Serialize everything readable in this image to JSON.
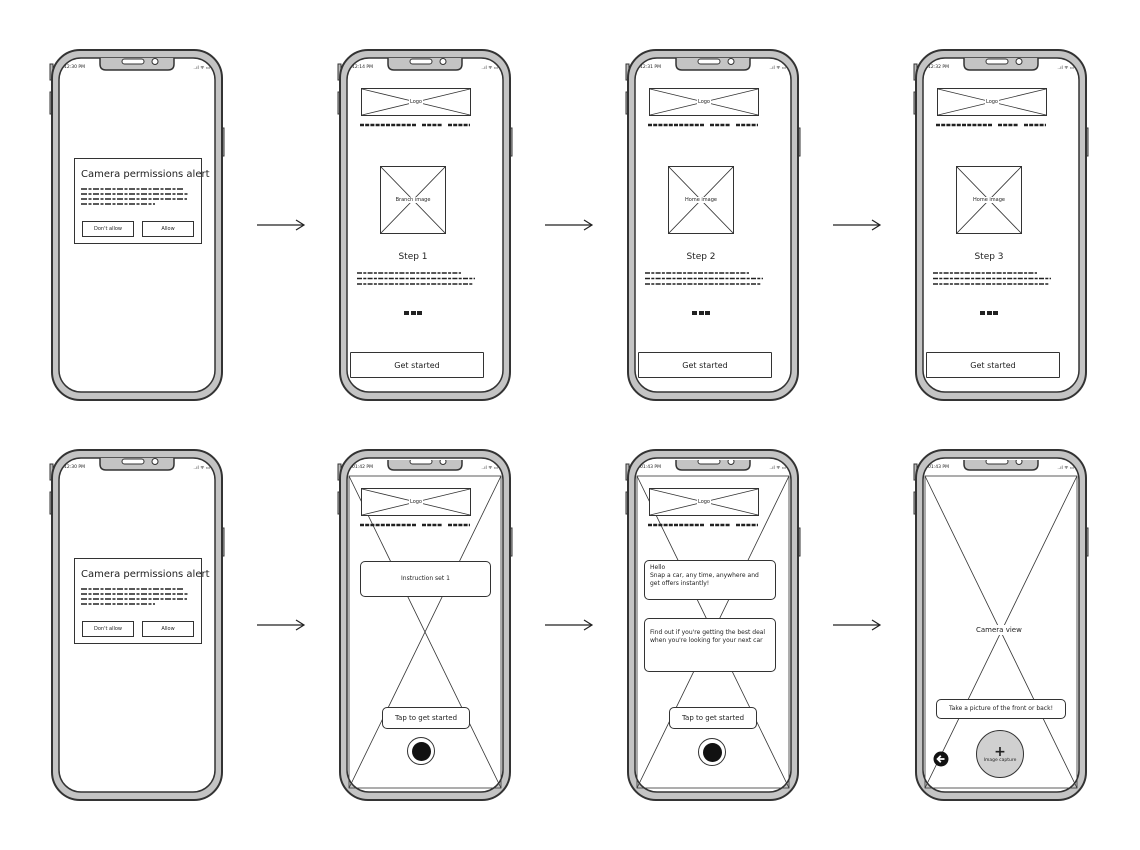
{
  "status": {
    "time_a": "12:30 PM",
    "time_b": "12:14 PM",
    "time_c": "12:31 PM",
    "time_d": "12:32 PM",
    "time_e": "01:42 PM",
    "time_f": "01:43 PM",
    "time_g": "01:43 PM",
    "icons": "..ıl ᯤ ▭"
  },
  "alert": {
    "title": "Camera permissions alert",
    "dont_allow": "Don't allow",
    "allow": "Allow"
  },
  "onboarding": {
    "logo": "Logo",
    "get_started": "Get started",
    "screens": [
      {
        "image_label": "Branch image",
        "step": "Step 1"
      },
      {
        "image_label": "Home image",
        "step": "Step 2"
      },
      {
        "image_label": "Home image",
        "step": "Step 3"
      }
    ]
  },
  "instructions": {
    "logo": "Logo",
    "instruction_set": "Instruction set 1",
    "tap_to_start": "Tap to get started",
    "hello_line1": "Hello",
    "hello_line2": "Snap a car, any time, anywhere and get offers instantly!",
    "best_deal": "Find out if you're getting the best deal when you're looking for your next car"
  },
  "camera": {
    "view_label": "Camera view",
    "hint": "Take a picture of the front or back!",
    "capture_plus": "+",
    "capture_label": "Image capture"
  },
  "icons": {
    "arrow": "right-arrow-icon",
    "back": "back-arrow-icon",
    "capture": "camera-capture-icon"
  }
}
